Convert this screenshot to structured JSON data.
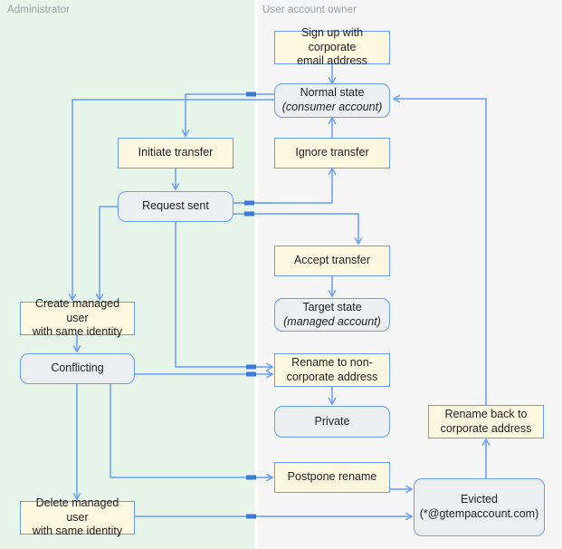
{
  "diagram": {
    "type": "flowchart",
    "title": "",
    "colors": {
      "admin_lane_bg": "#e6f4ea",
      "user_lane_bg": "#f5f5f5",
      "action_fill": "#fef7e0",
      "state_fill": "#eceff1",
      "node_stroke": "#669df6",
      "edge_stroke": "#669df6",
      "lane_label": "#9aa0a6",
      "text": "#202124",
      "lane_marker": "#3c78d8"
    },
    "lanes": [
      {
        "id": "admin",
        "label": "Administrator"
      },
      {
        "id": "user",
        "label": "User account owner"
      }
    ],
    "nodes": [
      {
        "id": "signup",
        "lane": "user",
        "kind": "action",
        "label": "Sign up with corporate email address",
        "lines": [
          "Sign up with corporate",
          "email address"
        ]
      },
      {
        "id": "normal",
        "lane": "user",
        "kind": "state",
        "label": "Normal state",
        "sub": "(consumer account)"
      },
      {
        "id": "ignore",
        "lane": "user",
        "kind": "action",
        "label": "Ignore transfer",
        "lines": [
          "Ignore transfer"
        ]
      },
      {
        "id": "initiate",
        "lane": "admin",
        "kind": "action",
        "label": "Initiate transfer",
        "lines": [
          "Initiate transfer"
        ]
      },
      {
        "id": "request",
        "lane": "admin",
        "kind": "state",
        "label": "Request sent"
      },
      {
        "id": "accept",
        "lane": "user",
        "kind": "action",
        "label": "Accept transfer",
        "lines": [
          "Accept transfer"
        ]
      },
      {
        "id": "target",
        "lane": "user",
        "kind": "state",
        "label": "Target state",
        "sub": "(managed account)"
      },
      {
        "id": "create",
        "lane": "admin",
        "kind": "action",
        "label": "Create managed user with same identity",
        "lines": [
          "Create managed user",
          "with same identity"
        ]
      },
      {
        "id": "conflict",
        "lane": "admin",
        "kind": "state",
        "label": "Conflicting"
      },
      {
        "id": "rename",
        "lane": "user",
        "kind": "action",
        "label": "Rename to non-corporate address",
        "lines": [
          "Rename to non-",
          "corporate address"
        ]
      },
      {
        "id": "private",
        "lane": "user",
        "kind": "state",
        "label": "Private"
      },
      {
        "id": "renameback",
        "lane": "user",
        "kind": "action",
        "label": "Rename back to corporate address",
        "lines": [
          "Rename back to",
          "corporate address"
        ]
      },
      {
        "id": "postpone",
        "lane": "user",
        "kind": "action",
        "label": "Postpone rename",
        "lines": [
          "Postpone rename"
        ]
      },
      {
        "id": "delete",
        "lane": "admin",
        "kind": "action",
        "label": "Delete managed user with same identity",
        "lines": [
          "Delete managed user",
          "with same identity"
        ]
      },
      {
        "id": "evicted",
        "lane": "user",
        "kind": "state",
        "label": "Evicted",
        "sub": "(*@gtempaccount.com)"
      }
    ],
    "edges": [
      {
        "from": "signup",
        "to": "normal"
      },
      {
        "from": "normal",
        "to": "initiate"
      },
      {
        "from": "normal",
        "to": "create"
      },
      {
        "from": "initiate",
        "to": "request"
      },
      {
        "from": "request",
        "to": "ignore"
      },
      {
        "from": "request",
        "to": "accept"
      },
      {
        "from": "request",
        "to": "create"
      },
      {
        "from": "request",
        "to": "rename"
      },
      {
        "from": "ignore",
        "to": "normal"
      },
      {
        "from": "accept",
        "to": "target"
      },
      {
        "from": "create",
        "to": "conflict"
      },
      {
        "from": "conflict",
        "to": "rename"
      },
      {
        "from": "conflict",
        "to": "delete"
      },
      {
        "from": "conflict",
        "to": "postpone"
      },
      {
        "from": "rename",
        "to": "private"
      },
      {
        "from": "postpone",
        "to": "evicted"
      },
      {
        "from": "delete",
        "to": "evicted"
      },
      {
        "from": "evicted",
        "to": "renameback"
      },
      {
        "from": "renameback",
        "to": "normal"
      }
    ]
  }
}
